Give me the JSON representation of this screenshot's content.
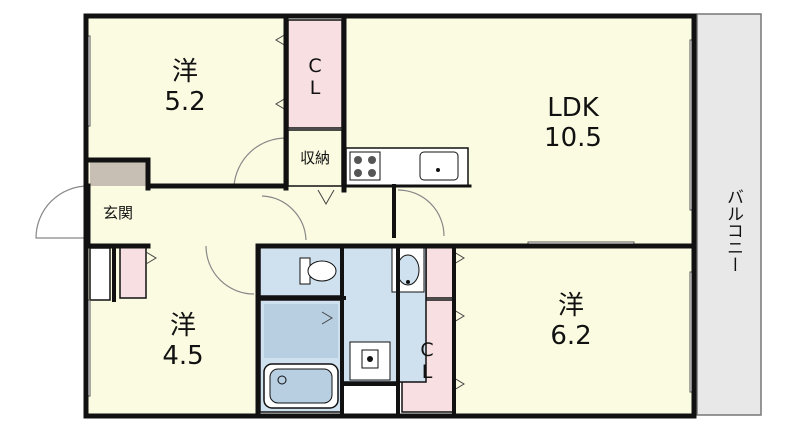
{
  "rooms": {
    "western1": {
      "name": "洋",
      "size": "5.2"
    },
    "ldk": {
      "name": "LDK",
      "size": "10.5"
    },
    "western2": {
      "name": "洋",
      "size": "4.5"
    },
    "western3": {
      "name": "洋",
      "size": "6.2"
    }
  },
  "labels": {
    "closet1": [
      "C",
      "L"
    ],
    "closet2": [
      "C",
      "L"
    ],
    "storage": "収納",
    "entrance": "玄関",
    "balcony": "バルコニー"
  },
  "colors": {
    "room_fill": "#fbfbe2",
    "closet_fill": "#f7dfe2",
    "wet_fill": "#cfe0ee",
    "entrance_fill": "#c8bfb4",
    "balcony_fill": "#e8e8e8",
    "wall": "#111111"
  }
}
